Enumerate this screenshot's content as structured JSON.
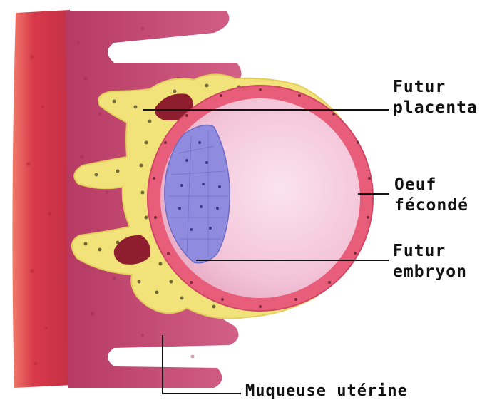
{
  "labels": {
    "futur_placenta": [
      "Futur",
      "placenta"
    ],
    "oeuf_feconde": [
      "Oeuf",
      "fécondé"
    ],
    "futur_embryon": [
      "Futur",
      "embryon"
    ],
    "muqueuse_uterine": "Muqueuse utérine"
  },
  "colors": {
    "uterine_wall": "#d8394a",
    "mucosa": "#c0466a",
    "trophoblast": "#f2e27a",
    "egg_ring": "#e85d7a",
    "egg_interior": "#f3c4d8",
    "embryo": "#8f8ce0",
    "blood_lacuna": "#8e1d2e",
    "leader_line": "#111111"
  }
}
